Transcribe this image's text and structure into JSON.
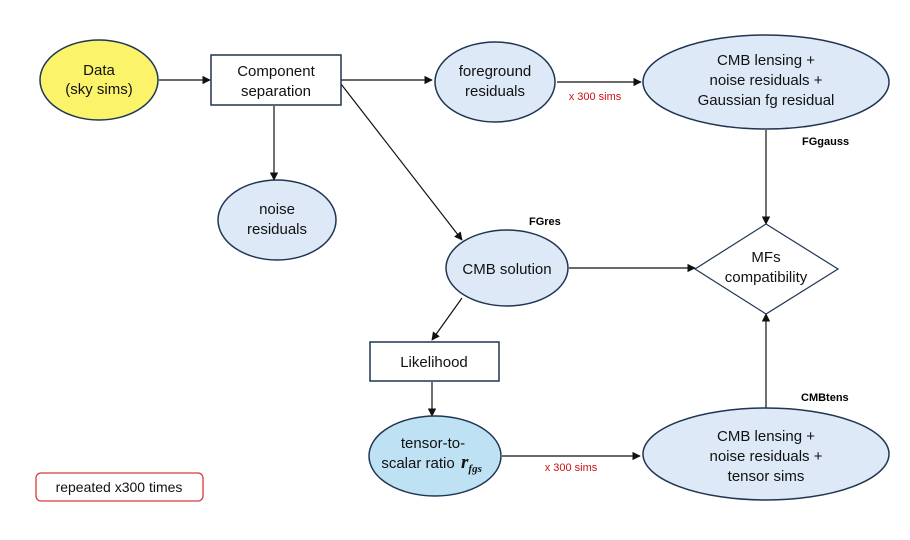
{
  "nodes": {
    "data": {
      "lines": [
        "Data",
        "(sky sims)"
      ],
      "fill": "#fbf36a"
    },
    "component_separation": {
      "lines": [
        "Component",
        "separation"
      ]
    },
    "foreground_residuals": {
      "lines": [
        "foreground",
        "residuals"
      ],
      "fill": "#dde9f7"
    },
    "noise_residuals": {
      "lines": [
        "noise",
        "residuals"
      ],
      "fill": "#dde9f7"
    },
    "cmb_solution": {
      "lines": [
        "CMB solution"
      ],
      "fill": "#dde9f7"
    },
    "likelihood": {
      "lines": [
        "Likelihood"
      ]
    },
    "tensor_ratio": {
      "lines": [
        "tensor-to-",
        "scalar ratio"
      ],
      "symbol": "r",
      "subscript": "fgs",
      "fill": "#bfe1f4"
    },
    "fg_gauss_sims": {
      "lines": [
        "CMB lensing +",
        "noise residuals +",
        "Gaussian fg residual"
      ],
      "fill": "#dde9f7"
    },
    "tensor_sims": {
      "lines": [
        "CMB lensing +",
        "noise residuals +",
        "tensor sims"
      ],
      "fill": "#dde9f7"
    },
    "mfs_compatibility": {
      "lines": [
        "MFs",
        "compatibility"
      ]
    }
  },
  "edge_labels": {
    "fg_to_gauss": "x 300 sims",
    "tensor_to_sims": "x 300 sims"
  },
  "tags": {
    "fggauss": "FGgauss",
    "fgres": "FGres",
    "cmbtens": "CMBtens"
  },
  "note": {
    "text": "repeated x300 times",
    "border_color": "#d63a3a"
  },
  "colors": {
    "stroke": "#1f3552",
    "arrow": "#111111"
  }
}
